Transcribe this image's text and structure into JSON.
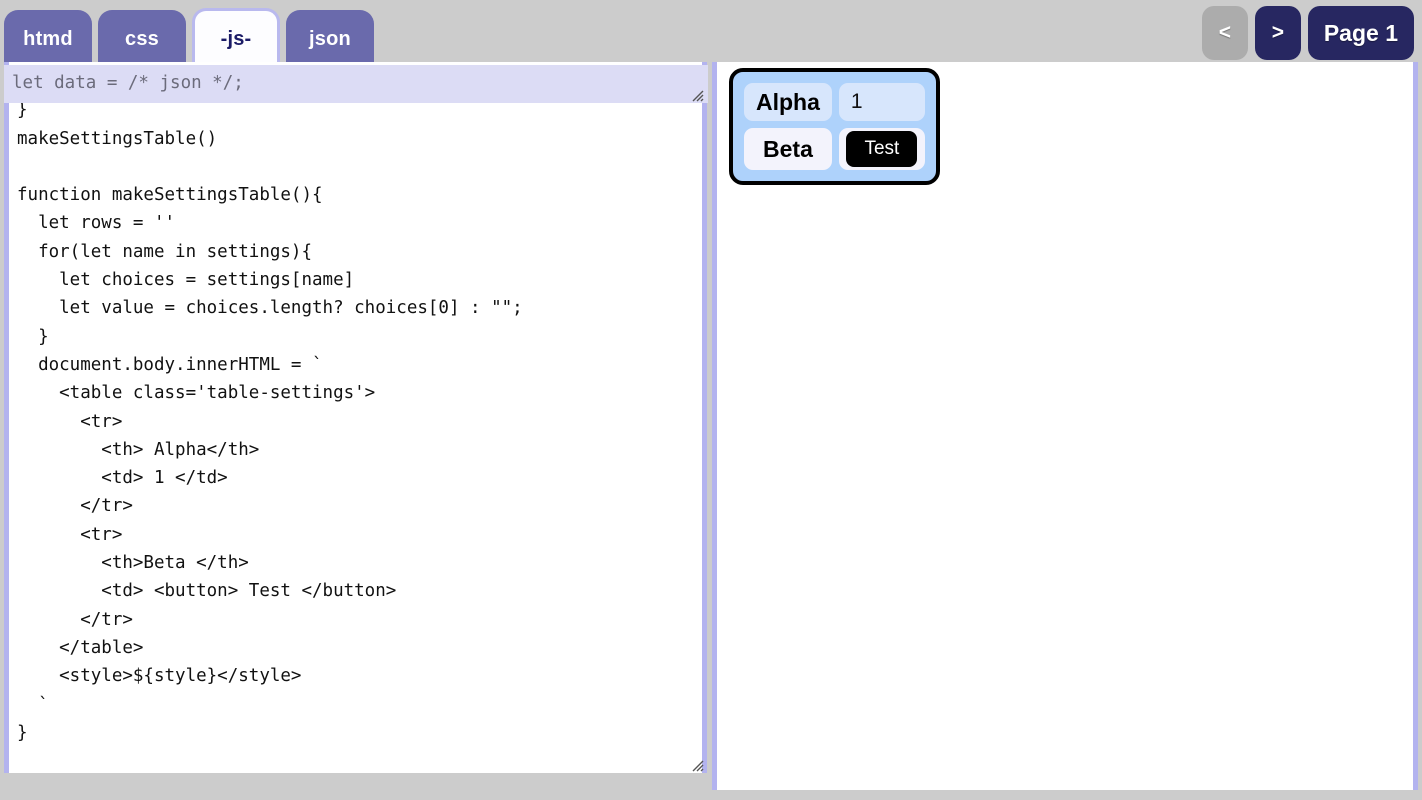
{
  "tabs": [
    {
      "label": "htmd",
      "active": false
    },
    {
      "label": "css",
      "active": false
    },
    {
      "label": "-js-",
      "active": true
    },
    {
      "label": "json",
      "active": false
    }
  ],
  "pagenav": {
    "prev_label": "<",
    "next_label": ">",
    "page_label": "Page 1"
  },
  "editor": {
    "overlay_value": "let data = /* json */;",
    "code": "  'beta' : words('a b c d e')\n}\nmakeSettingsTable()\n\nfunction makeSettingsTable(){\n  let rows = ''\n  for(let name in settings){\n    let choices = settings[name]\n    let value = choices.length? choices[0] : \"\";\n  }\n  document.body.innerHTML = `\n    <table class='table-settings'>\n      <tr>\n        <th> Alpha</th>\n        <td> 1 </td>\n      </tr>\n      <tr>\n        <th>Beta </th>\n        <td> <button> Test </button>\n      </tr>\n    </table>\n    <style>${style}</style>\n  `\n}"
  },
  "preview": {
    "table": {
      "rows": [
        {
          "header": "Alpha",
          "value": "1",
          "type": "text"
        },
        {
          "header": "Beta",
          "value": "Test",
          "type": "button"
        }
      ]
    }
  },
  "colors": {
    "page_background": "#cccccc",
    "tab_inactive": "#6a6aac",
    "tab_active_bg": "#fdfdff",
    "tab_active_text": "#1b1b66",
    "nav_disabled": "#acacac",
    "nav_active": "#272761",
    "panel_border": "#b3b3ef",
    "overlay_bg": "#dcdcf5",
    "table_container": "#aed2fb",
    "table_row_a": "#d7e6fc",
    "table_row_b": "#f3f3fc",
    "button_bg": "#000000"
  }
}
